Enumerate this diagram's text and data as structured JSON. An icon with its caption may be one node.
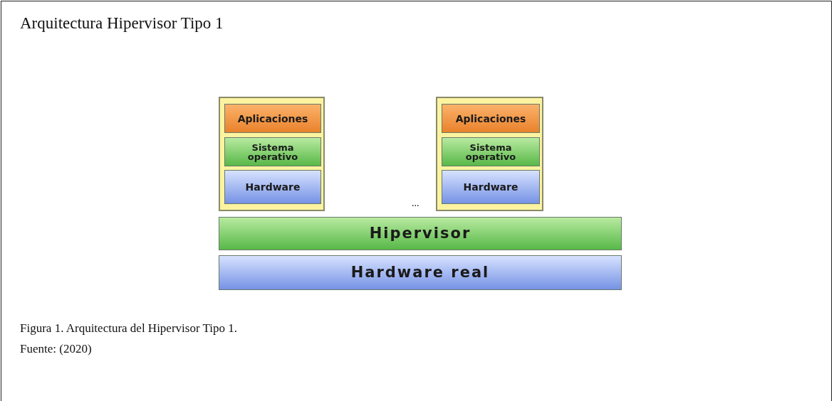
{
  "diagram": {
    "title": "Arquitectura Hipervisor Tipo 1",
    "caption": "Figura 1. Arquitectura del Hipervisor Tipo 1.",
    "nodes": [
      {
        "text": [],
        "shape": "box"
      },
      {
        "text": [
          "Aplicaciones"
        ],
        "in": 0
      },
      {
        "text": [
          "Sistema operativo"
        ],
        "in": 0
      },
      {
        "text": [
          "Hardware"
        ],
        "in": 0
      },
      {
        "text": [],
        "shape": "box"
      },
      {
        "text": [
          "Aplicaciones"
        ],
        "in": 4
      },
      {
        "text": [
          "Sistema operativo"
        ],
        "in": 4
      },
      {
        "text": [
          "Hardware"
        ],
        "in": 4
      },
      {
        "text": [
          "Hipervisor"
        ]
      },
      {
        "text": [
          "Hardware real"
        ]
      }
    ],
    "edges": [],
    "labels": [
      "...",
      "Fuente: (2020)"
    ]
  }
}
